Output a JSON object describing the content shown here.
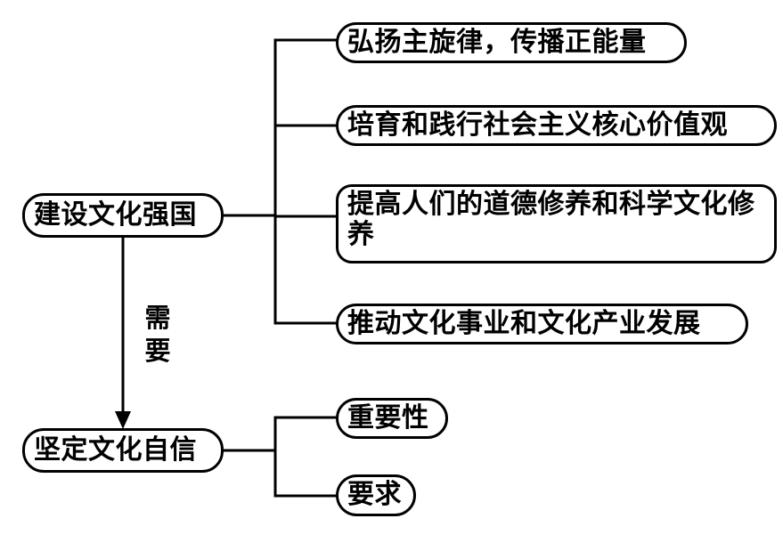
{
  "diagram": {
    "title": "建设文化强国 / 坚定文化自信 结构图",
    "line_color": "#000000",
    "fill_color": "#ffffff",
    "text_color": "#000000",
    "nodes": {
      "root": {
        "label": "建设文化强国"
      },
      "confidence": {
        "label": "坚定文化自信"
      },
      "child1": {
        "label": "弘扬主旋律，传播正能量"
      },
      "child2": {
        "label": "培育和践行社会主义核心价值观"
      },
      "child3": {
        "label": "提高人们的道德修养和科学文化修养"
      },
      "child4": {
        "label": "推动文化事业和文化产业发展"
      },
      "sub1": {
        "label": "重要性"
      },
      "sub2": {
        "label": "要求"
      }
    },
    "edges": {
      "need_label_char1": "需",
      "need_label_char2": "要"
    }
  }
}
